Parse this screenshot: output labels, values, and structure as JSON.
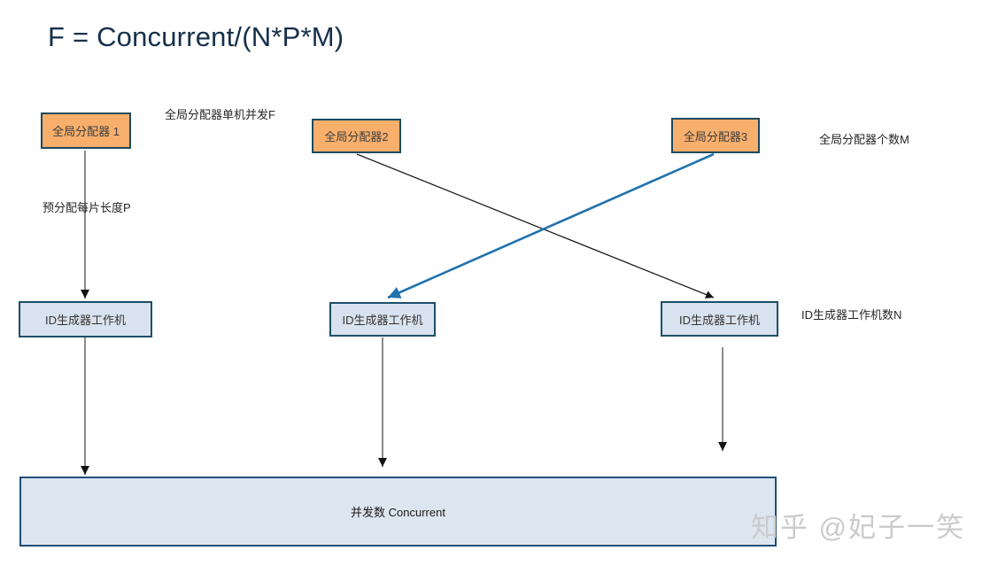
{
  "title": "F = Concurrent/(N*P*M)",
  "diagram": {
    "allocators": [
      {
        "label": "全局分配器 1"
      },
      {
        "label": "全局分配器2"
      },
      {
        "label": "全局分配器3"
      }
    ],
    "workers": [
      {
        "label": "ID生成器工作机"
      },
      {
        "label": "ID生成器工作机"
      },
      {
        "label": "ID生成器工作机"
      }
    ],
    "concurrent_box": {
      "label": "并发数 Concurrent"
    },
    "annotations": {
      "single_machine_concurrency": "全局分配器单机并发F",
      "allocator_count": "全局分配器个数M",
      "preallocation_length": "预分配每片长度P",
      "worker_count": "ID生成器工作机数N"
    },
    "colors": {
      "title_color": "#16304A",
      "allocator_fill": "#F8AF6C",
      "allocator_border": "#1C4A5F",
      "worker_fill": "#D9E2EF",
      "worker_border": "#1D4F68",
      "concurrent_fill": "#DCE5F0",
      "concurrent_border": "#1F4E79",
      "highlight_arrow": "#2272AC",
      "line_gray": "#7f7f7f",
      "line_dark": "#1f1f1f",
      "arrowhead_black": "#141414",
      "note_color": "#262626",
      "watermark_color": "#CBCBCB"
    }
  },
  "watermark": {
    "text": "知乎 @妃子一笑"
  }
}
